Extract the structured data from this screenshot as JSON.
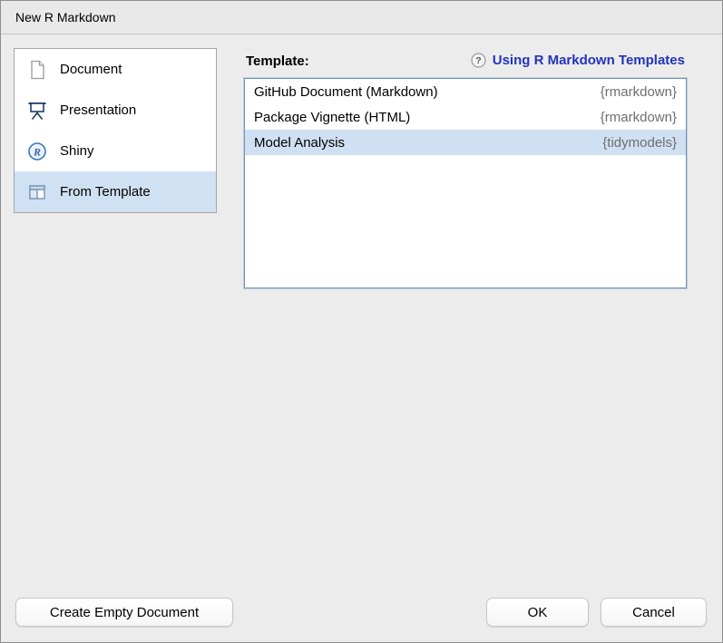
{
  "window": {
    "title": "New R Markdown"
  },
  "sidebar": {
    "items": [
      {
        "label": "Document",
        "icon": "document-icon",
        "selected": false
      },
      {
        "label": "Presentation",
        "icon": "presentation-icon",
        "selected": false
      },
      {
        "label": "Shiny",
        "icon": "shiny-icon",
        "selected": false
      },
      {
        "label": "From Template",
        "icon": "template-icon",
        "selected": true
      }
    ]
  },
  "main": {
    "template_label": "Template:",
    "help": {
      "icon": "question-circle-icon",
      "link_label": "Using R Markdown Templates"
    },
    "templates": [
      {
        "name": "GitHub Document (Markdown)",
        "package": "{rmarkdown}",
        "selected": false
      },
      {
        "name": "Package Vignette (HTML)",
        "package": "{rmarkdown}",
        "selected": false
      },
      {
        "name": "Model Analysis",
        "package": "{tidymodels}",
        "selected": true
      }
    ]
  },
  "footer": {
    "create_empty_label": "Create Empty Document",
    "ok_label": "OK",
    "cancel_label": "Cancel"
  },
  "colors": {
    "selection_blue": "#cfe0f2",
    "list_border_blue": "#6f94bd",
    "link_blue": "#2333bd",
    "package_gray": "#6e6e6e",
    "dialog_gray": "#ececec"
  }
}
